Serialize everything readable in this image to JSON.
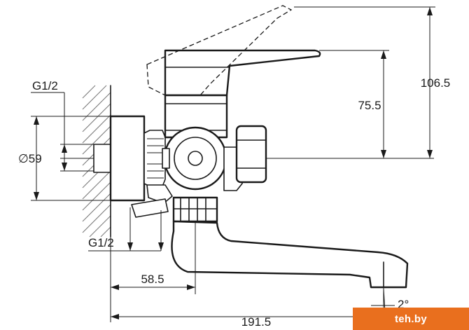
{
  "dimensions": {
    "height_total": "106.5",
    "height_spout": "75.5",
    "diameter_flange": "∅59",
    "thread_top": "G1/2",
    "thread_bottom": "G1/2",
    "offset": "58.5",
    "length_total": "191.5",
    "angle": "2°"
  },
  "watermark": "teh.by",
  "colors": {
    "line": "#1a1a1a",
    "hatch": "#777777",
    "watermark_bg": "#e96f1e"
  }
}
